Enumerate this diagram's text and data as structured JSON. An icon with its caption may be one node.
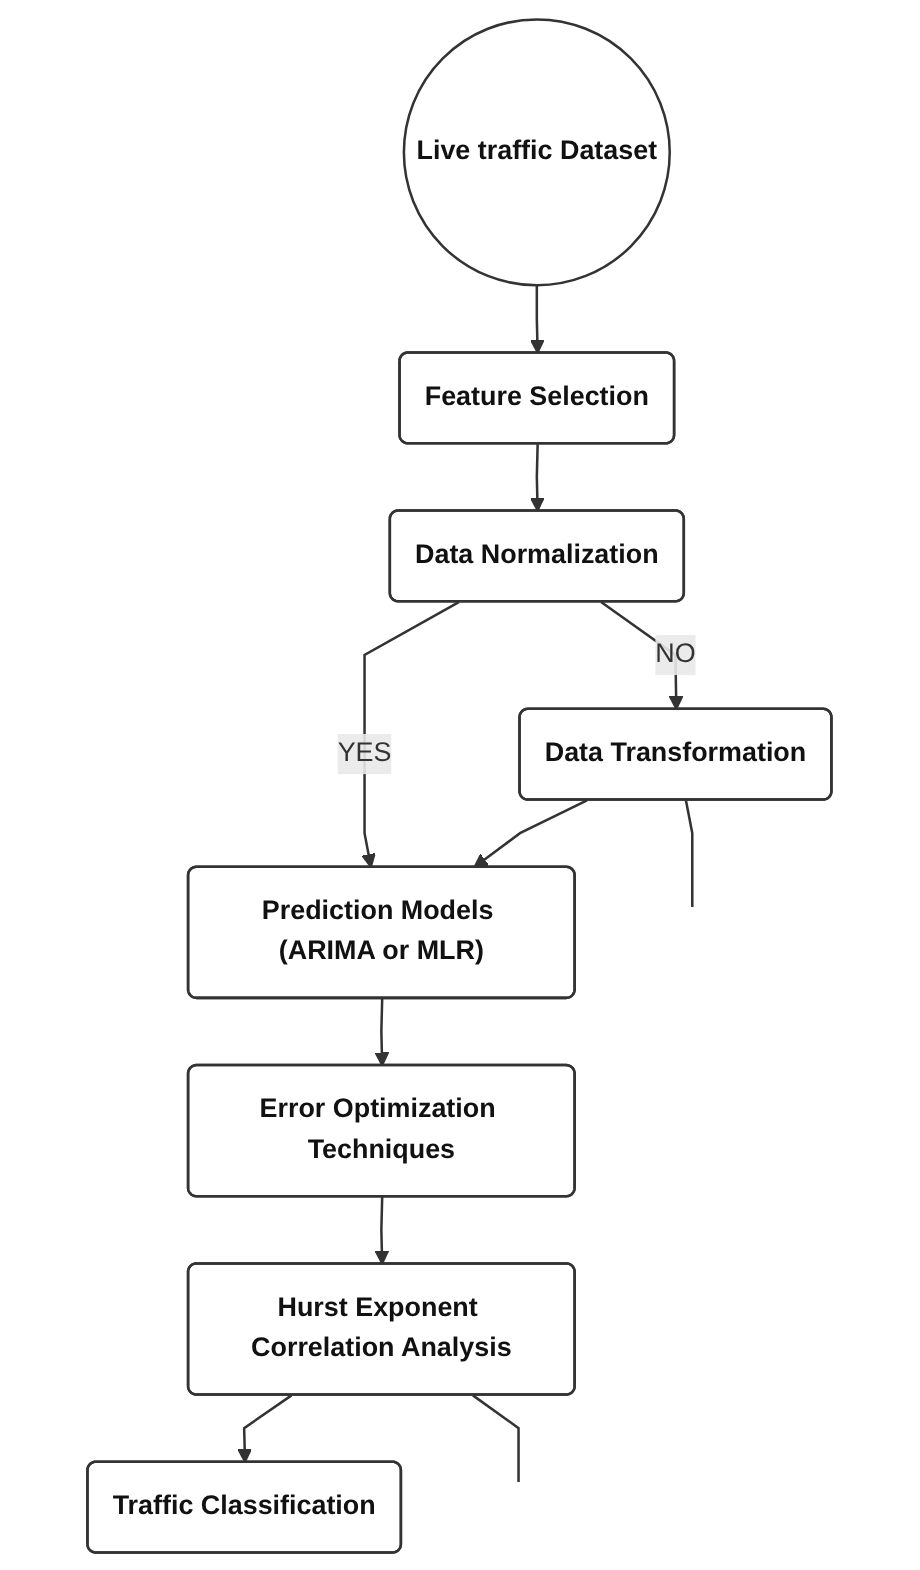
{
  "diagram": {
    "nodes": [
      {
        "text": [
          "Live traffic Dataset"
        ]
      },
      {
        "text": [
          "Feature Selection"
        ]
      },
      {
        "text": [
          "Data Normalization"
        ]
      },
      {
        "text": [
          "Data Transformation"
        ]
      },
      {
        "text": [
          "Prediction Models (ARIMA or MLR)"
        ]
      },
      {
        "text": [
          "Error Optimization Techniques"
        ]
      },
      {
        "text": [
          "Hurst Exponent Correlation Analysis"
        ]
      },
      {
        "text": [
          "Traffic Classification"
        ]
      }
    ],
    "edges": [
      {
        "from": 0,
        "to": 1,
        "arrow": "to"
      },
      {
        "from": 1,
        "to": 2,
        "arrow": "to"
      },
      {
        "from": 2,
        "to": 4,
        "arrow": "to",
        "label": "YES"
      },
      {
        "from": 2,
        "to": 3,
        "arrow": "to",
        "label": "NO"
      },
      {
        "from": 3,
        "to": 4,
        "arrow": "to"
      },
      {
        "from": 3,
        "to": null,
        "arrow": "none"
      },
      {
        "from": 4,
        "to": 5,
        "arrow": "to"
      },
      {
        "from": 5,
        "to": 6,
        "arrow": "to"
      },
      {
        "from": 6,
        "to": 7,
        "arrow": "to"
      },
      {
        "from": 6,
        "to": null,
        "arrow": "none"
      }
    ]
  }
}
